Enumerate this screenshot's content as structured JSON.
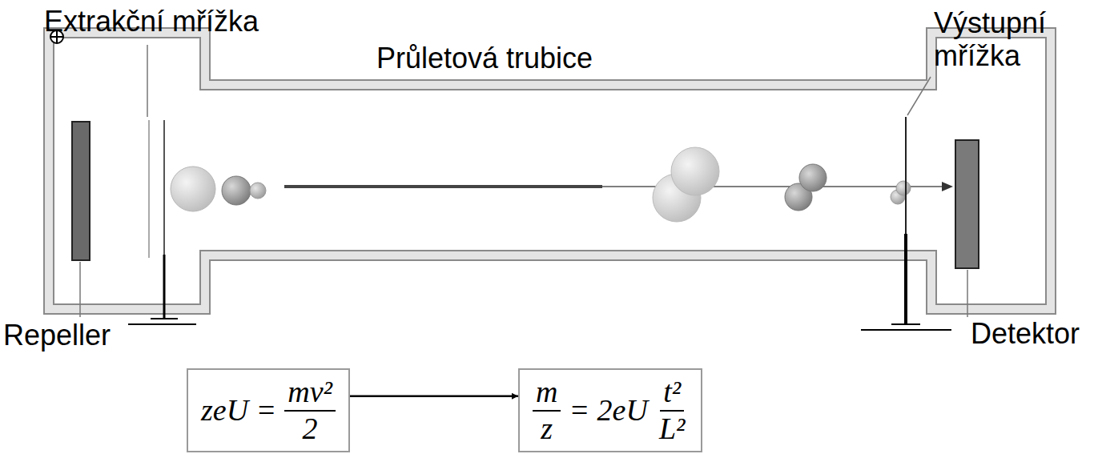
{
  "diagram": {
    "nodes": [
      {
        "text": [
          "zeU =",
          "mv²",
          "2"
        ]
      },
      {
        "text": [
          "m",
          "z",
          "= 2eU",
          "t²",
          "L²"
        ]
      }
    ],
    "edges": [
      {
        "from": 0,
        "to": 1,
        "arrow": "to"
      }
    ],
    "labels": [
      "Extrakční mřížka",
      "Průletová trubice",
      "Výstupní mřížka",
      "Repeller",
      "Detektor"
    ]
  }
}
